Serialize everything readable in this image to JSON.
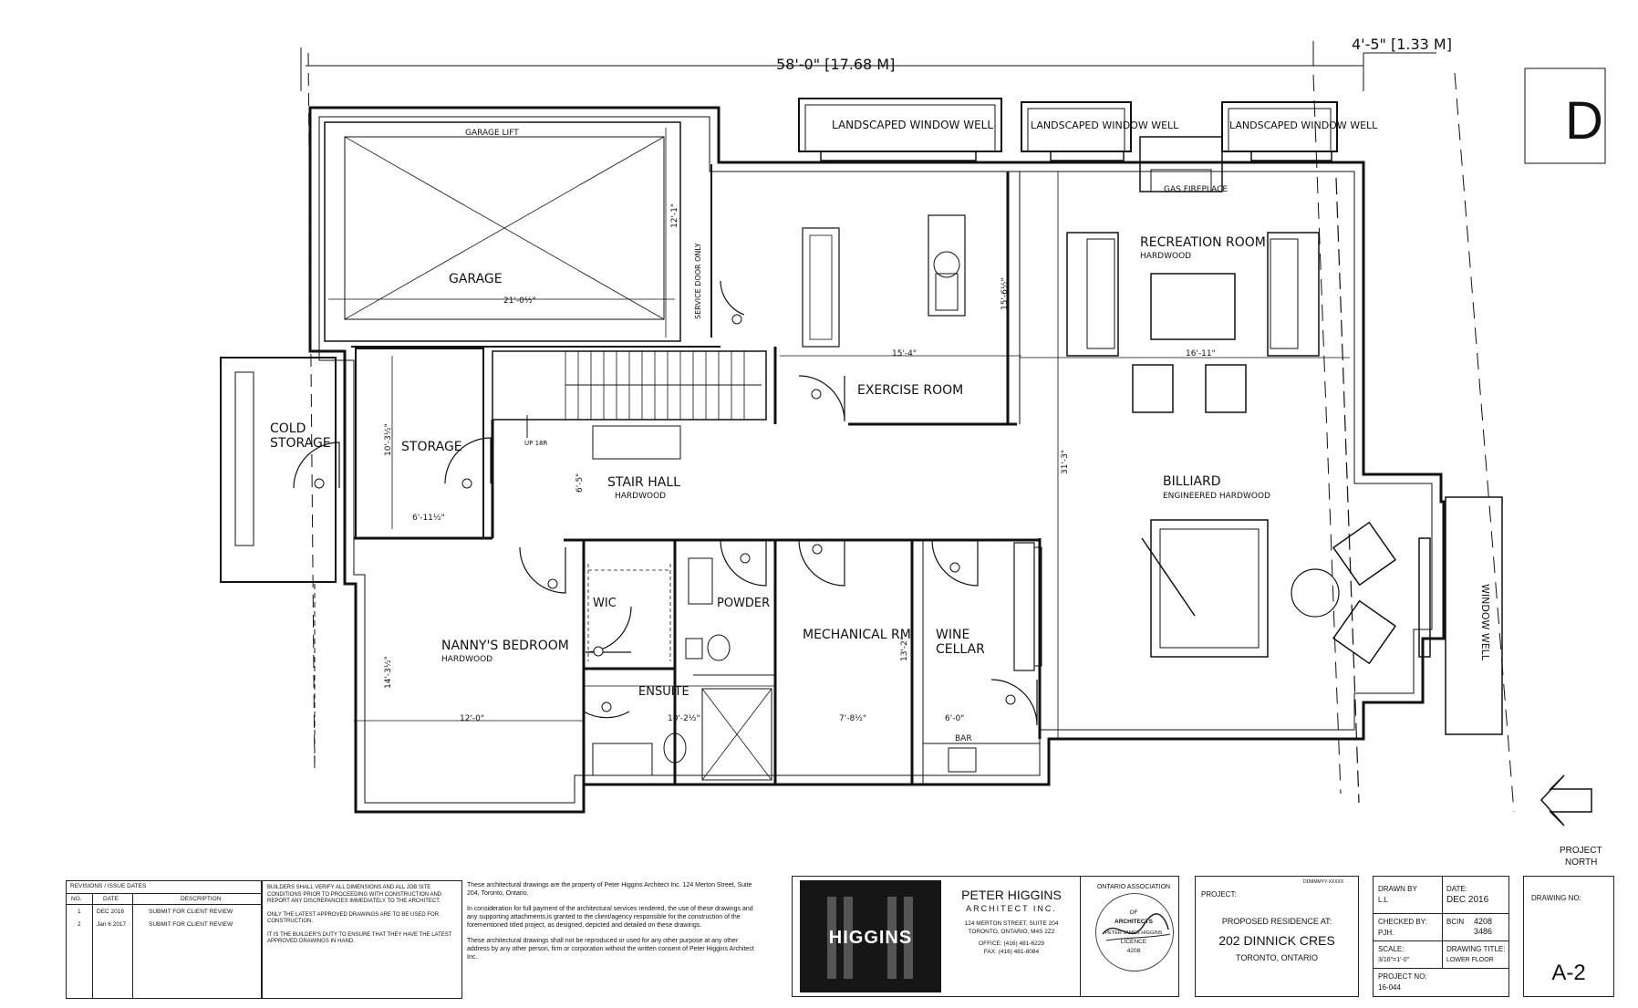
{
  "plan": {
    "sheet_letter": "D",
    "dimensions": {
      "overall_width": "58'-0\" [17.68 M]",
      "right_offset": "4'-5\" [1.33 M]",
      "garage_width": "21'-0½\"",
      "garage_depth": "12'-1\"",
      "exercise_width": "15'-4\"",
      "exercise_depth": "15'-6½\"",
      "rec_width": "16'-11\"",
      "billiard_depth": "31'-3\"",
      "storage_depth": "10'-3½\"",
      "storage_width": "6'-11½\"",
      "stair_depth": "6'-5\"",
      "nanny_depth": "14'-3½\"",
      "nanny_width": "12'-0\"",
      "ensuite_width": "10'-2½\"",
      "mech_width": "7'-8½\"",
      "mech_depth": "13'-2\"",
      "wine_width": "6'-0\""
    },
    "labels": {
      "well1": "LANDSCAPED WINDOW WELL",
      "well2": "LANDSCAPED WINDOW WELL",
      "well3": "LANDSCAPED WINDOW WELL",
      "window_well_right": "WINDOW WELL",
      "garage_lift": "GARAGE LIFT",
      "garage": "GARAGE",
      "service_door": "SERVICE DOOR ONLY",
      "gas_fireplace": "GAS FIREPLACE",
      "recreation": "RECREATION ROOM",
      "recreation_floor": "HARDWOOD",
      "exercise": "EXERCISE ROOM",
      "cold_storage_1": "COLD",
      "cold_storage_2": "STORAGE",
      "storage": "STORAGE",
      "up": "UP 18R",
      "stair_hall": "STAIR HALL",
      "stair_floor": "HARDWOOD",
      "billiard": "BILLIARD",
      "billiard_floor": "ENGINEERED HARDWOOD",
      "wic": "WIC",
      "powder": "POWDER",
      "nanny": "NANNY'S BEDROOM",
      "nanny_floor": "HARDWOOD",
      "ensuite": "ENSUITE",
      "mechanical": "MECHANICAL RM",
      "wine1": "WINE",
      "wine2": "CELLAR",
      "bar": "BAR",
      "north1": "PROJECT",
      "north2": "NORTH"
    }
  },
  "title_block": {
    "revisions": {
      "title": "REVISIONS / ISSUE DATES",
      "headers": [
        "NO.",
        "DATE",
        "DESCRIPTION"
      ],
      "rows": [
        {
          "no": "1",
          "date": "DEC 2016",
          "desc": "SUBMIT FOR CLIENT REVIEW"
        },
        {
          "no": "2",
          "date": "Jan 6 2017",
          "desc": "SUBMIT FOR CLIENT REVIEW"
        }
      ]
    },
    "builder_notes": {
      "p1": "BUILDERS SHALL VERIFY ALL DIMENSIONS AND ALL JOB SITE CONDITIONS PRIOR TO PROCEEDING WITH CONSTRUCTION AND REPORT ANY DISCREPANCIES IMMEDIATELY TO THE ARCHITECT.",
      "p2": "ONLY THE LATEST APPROVED DRAWINGS ARE TO BE USED FOR CONSTRUCTION.",
      "p3": "IT IS THE BUILDER'S DUTY TO ENSURE THAT THEY HAVE THE LATEST APPROVED DRAWINGS IN HAND."
    },
    "legal": {
      "p1": "These architectural drawings are the property of Peter Higgins Architect Inc. 124 Merton Street, Suite 204, Toronto, Ontario.",
      "p2": "In consideration for full payment of the architectural services rendered, the use of these drawings and any supporting attachments,is granted to the client/agency responsible for the construction of the forementioned titled project, as designed, depicted and detailed on these drawings.",
      "p3": "These architectural drawings shall not be reproduced or used for any other purpose at any other address by any other person, firm or corporation without the written consent of Peter Higgins Architect Inc."
    },
    "firm": {
      "logo_text": "HIGGINS",
      "name": "PETER HIGGINS",
      "sub": "ARCHITECT INC.",
      "addr1": "124 MERTON STREET, SUITE 204",
      "addr2": "TORONTO, ONTARIO, M4S 2Z2",
      "office": "OFFICE: (416) 481-6229",
      "fax": "FAX: (416) 481-8084"
    },
    "seal": {
      "ring_top": "ONTARIO ASSOCIATION",
      "of": "OF",
      "arch": "ARCHITECTS",
      "name": "PETER JAMES HIGGINS",
      "licence": "LICENCE",
      "number": "4208"
    },
    "project": {
      "stamp": "DDMMMYY-XXXXX",
      "label": "PROJECT:",
      "line1": "PROPOSED RESIDENCE AT:",
      "address": "202 DINNICK CRES",
      "city": "TORONTO, ONTARIO"
    },
    "info": {
      "drawn_by_label": "DRAWN BY",
      "drawn_by": "L.L",
      "date_label": "DATE:",
      "date": "DEC 2016",
      "checked_label": "CHECKED BY:",
      "checked": "PJH.",
      "bcin_label": "BCIN",
      "bcin1": "4208",
      "bcin2": "3486",
      "scale_label": "SCALE:",
      "scale": "3/16\"=1'-0\"",
      "title_label": "DRAWING TITLE:",
      "title": "LOWER FLOOR",
      "projno_label": "PROJECT NO:",
      "projno": "16-044"
    },
    "drawing_no": {
      "label": "DRAWING NO:",
      "value": "A-2"
    }
  }
}
